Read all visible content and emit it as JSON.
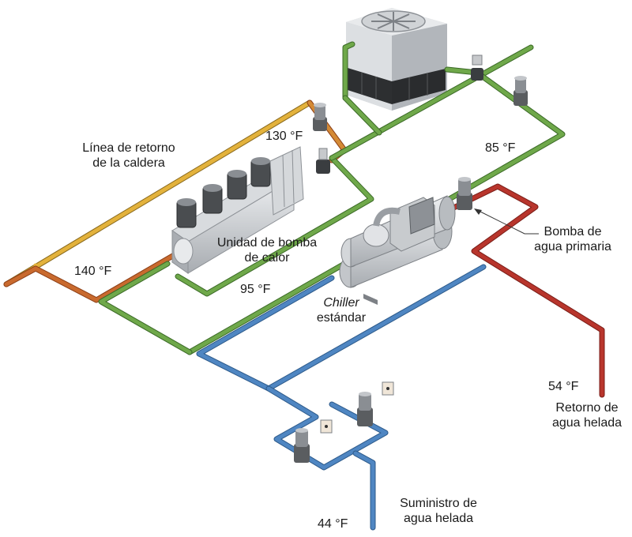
{
  "labels": {
    "boiler_return_1": "Línea de retorno",
    "boiler_return_2": "de la caldera",
    "temp_130": "130 °F",
    "temp_85": "85 °F",
    "temp_140": "140 °F",
    "temp_95": "95 °F",
    "heat_pump_1": "Unidad de bomba",
    "heat_pump_2": "de calor",
    "chiller_1": "Chiller",
    "chiller_2": "estándar",
    "primary_pump_1": "Bomba de",
    "primary_pump_2": "agua primaria",
    "temp_54": "54 °F",
    "chw_return_1": "Retorno de",
    "chw_return_2": "agua helada",
    "temp_44": "44 °F",
    "chw_supply_1": "Suministro de",
    "chw_supply_2": "agua helada"
  },
  "pipe_colors": {
    "condenser": "#6fa84a",
    "boiler_return": "#e3b23c",
    "hot": "#c96a2e",
    "chilled_supply": "#4f86c2",
    "chilled_return": "#b8352c"
  }
}
